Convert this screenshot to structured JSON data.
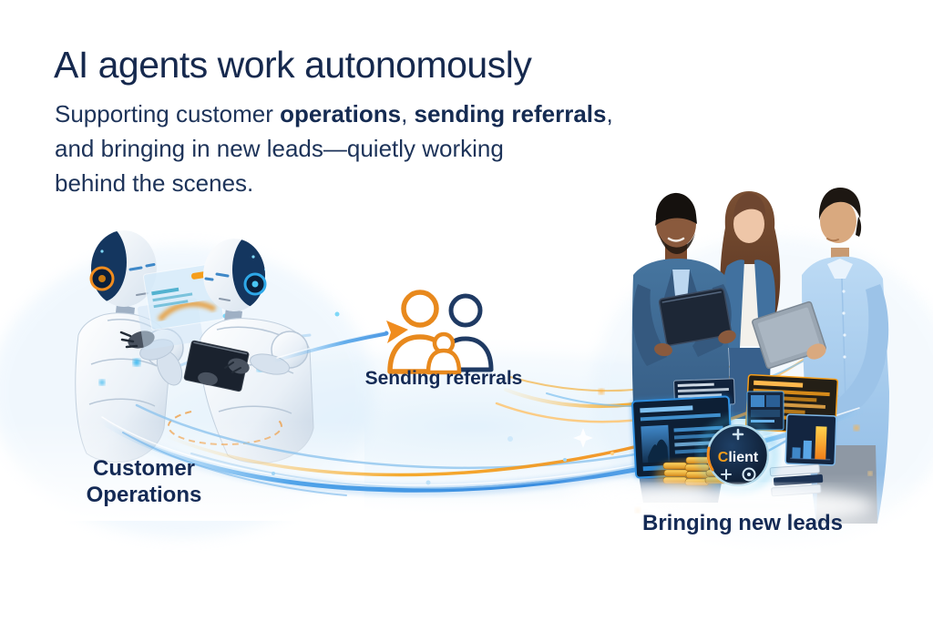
{
  "page": {
    "title": "AI agents work autonomously",
    "subtitle": {
      "line1_start": "Supporting customer ",
      "line1_bold1": "operations",
      "line1_sep": ", ",
      "line1_bold2": "sending referrals",
      "line1_end": ",",
      "line2": "and bringing in new leads—quietly working",
      "line3": "behind the scenes."
    }
  },
  "labels": {
    "customer_operations_line1": "Customer",
    "customer_operations_line2": "Operations",
    "sending_referrals": "Sending referrals",
    "bringing_new_leads": "Bringing new leads"
  },
  "badge": {
    "client_c": "C",
    "client_rest": "lient"
  },
  "icons": {
    "referral": "two-people-outline-icon",
    "flow_arrow": "arrow-right-icon",
    "plus": "plus-icon",
    "dial": "target-dial-icon",
    "coins": "gold-coins-icon",
    "bar_chart": "bar-chart-icon"
  },
  "colors": {
    "navy_text": "#16294e",
    "accent_blue": "#2e86de",
    "accent_orange": "#f59e1b",
    "glow_cyan": "#49c5f2",
    "background": "#ffffff"
  }
}
